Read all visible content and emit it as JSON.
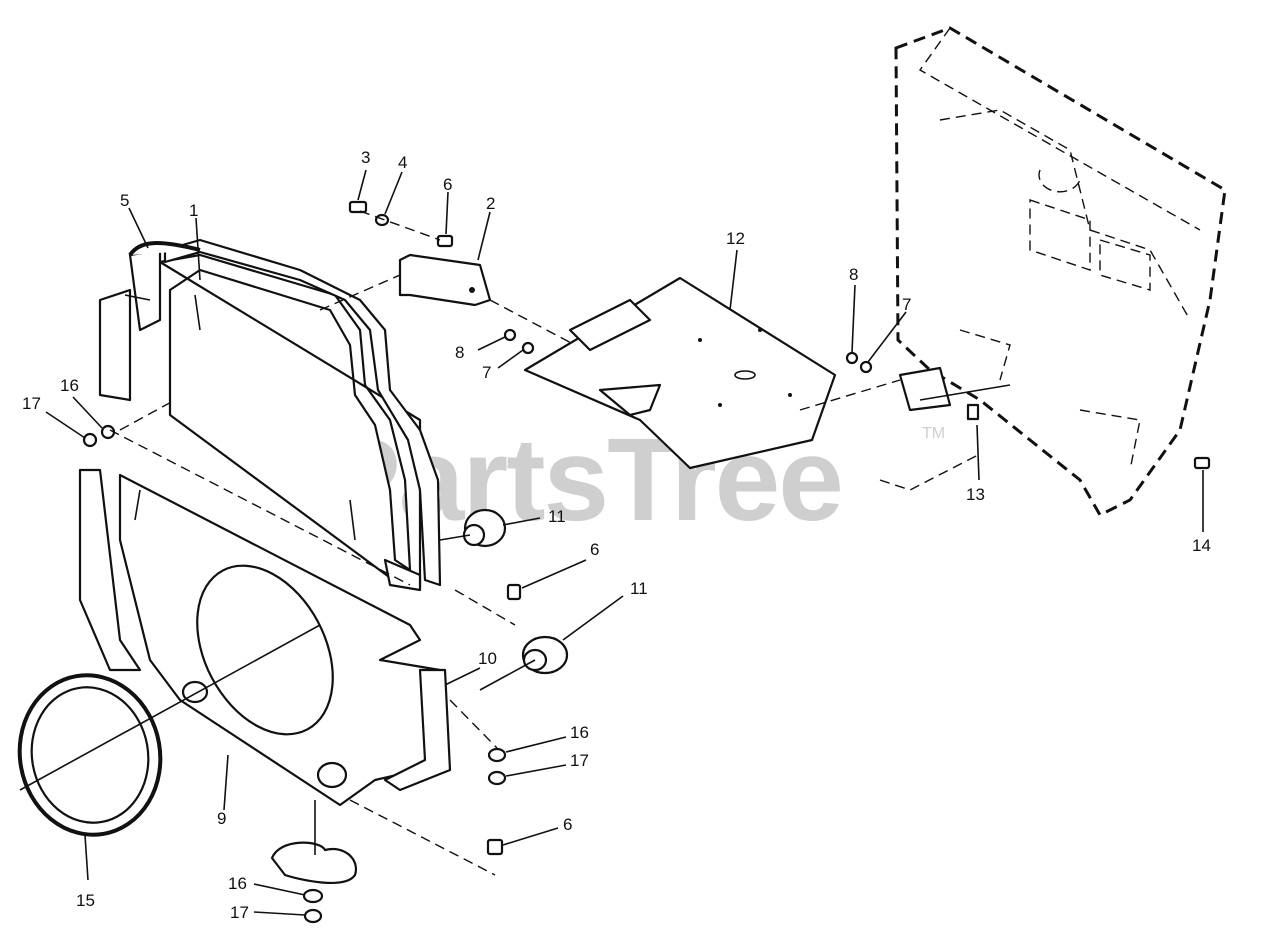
{
  "watermark": {
    "text": "PartsTree",
    "mark": "TM"
  },
  "callouts": [
    {
      "id": "c3",
      "text": "3"
    },
    {
      "id": "c4",
      "text": "4"
    },
    {
      "id": "c6a",
      "text": "6"
    },
    {
      "id": "c2",
      "text": "2"
    },
    {
      "id": "c5",
      "text": "5"
    },
    {
      "id": "c1",
      "text": "1"
    },
    {
      "id": "c12",
      "text": "12"
    },
    {
      "id": "c8a",
      "text": "8"
    },
    {
      "id": "c7a",
      "text": "7"
    },
    {
      "id": "c8b",
      "text": "8"
    },
    {
      "id": "c7b",
      "text": "7"
    },
    {
      "id": "c17a",
      "text": "17"
    },
    {
      "id": "c16a",
      "text": "16"
    },
    {
      "id": "c13",
      "text": "13"
    },
    {
      "id": "c14",
      "text": "14"
    },
    {
      "id": "c11a",
      "text": "11"
    },
    {
      "id": "c6b",
      "text": "6"
    },
    {
      "id": "c11b",
      "text": "11"
    },
    {
      "id": "c10",
      "text": "10"
    },
    {
      "id": "c16b",
      "text": "16"
    },
    {
      "id": "c17b",
      "text": "17"
    },
    {
      "id": "c6c",
      "text": "6"
    },
    {
      "id": "c9",
      "text": "9"
    },
    {
      "id": "c15",
      "text": "15"
    },
    {
      "id": "c16c",
      "text": "16"
    },
    {
      "id": "c17c",
      "text": "17"
    }
  ]
}
